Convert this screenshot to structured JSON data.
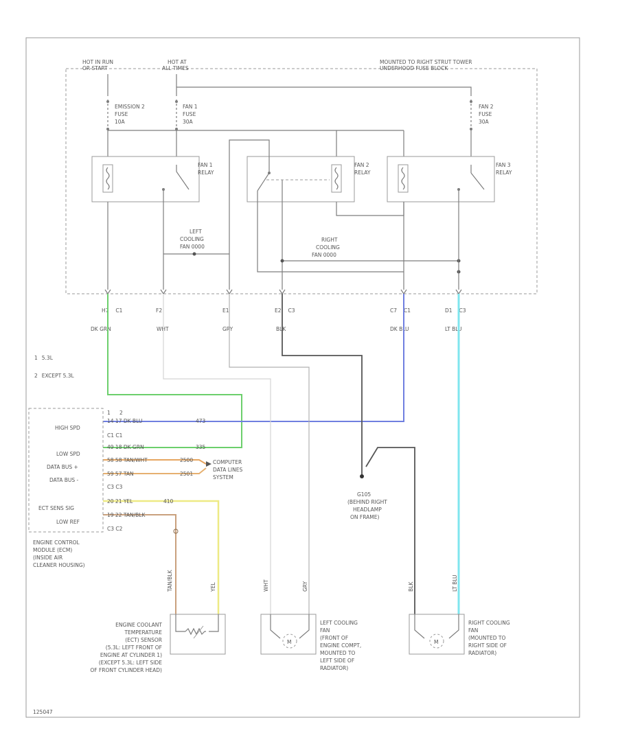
{
  "colors": {
    "dk_grn": "#6ccf6c",
    "dk_blu": "#6f7fe0",
    "lt_blu": "#7fe6ee",
    "wht": "#d4d4d4",
    "gry": "#9a9a9a",
    "blk": "#555555",
    "yel": "#eeea84",
    "tan": "#d2a66a",
    "orange": "#e6a560",
    "pnk": "#c9a07d",
    "line": "#7d7d7d"
  },
  "power": {
    "hot_run": [
      "HOT IN RUN",
      "OR START"
    ],
    "hot_all": [
      "HOT AT",
      "ALL TIMES"
    ],
    "block_label": [
      "MOUNTED TO RIGHT STRUT TOWER",
      "UNDERHOOD FUSE BLOCK"
    ]
  },
  "fuses": {
    "emission": [
      "EMISSION 2",
      "FUSE",
      "10A"
    ],
    "fan1": [
      "FAN 1",
      "FUSE",
      "30A"
    ],
    "fan2": [
      "FAN 2",
      "FUSE",
      "30A"
    ]
  },
  "relays": {
    "fan1": [
      "FAN 1",
      "RELAY"
    ],
    "fan2": [
      "FAN 2",
      "RELAY"
    ],
    "fan3": [
      "FAN 3",
      "RELAY"
    ]
  },
  "splices": {
    "left": [
      "LEFT",
      "COOLING",
      "FAN 0000"
    ],
    "right": [
      "RIGHT",
      "COOLING",
      "FAN 0000"
    ]
  },
  "connectors": {
    "c1": [
      "H7",
      "C1"
    ],
    "c2": [
      "F2"
    ],
    "c3": [
      "E1"
    ],
    "c4": [
      "E2",
      "C3"
    ],
    "c5": [
      "C7",
      "C1"
    ],
    "c6": [
      "D1",
      "C3"
    ]
  },
  "wire_colors": {
    "w1": "DK GRN",
    "w2": "WHT",
    "w3": "GRY",
    "w4": "BLK",
    "w5": "DK BLU",
    "w6": "LT BLU"
  },
  "legend": {
    "l1": [
      "1",
      "5.3L"
    ],
    "l2": [
      "2",
      "EXCEPT 5.3L"
    ]
  },
  "ecm": {
    "cols": [
      "1",
      "2"
    ],
    "pins": [
      {
        "name": "HIGH SPD",
        "pin": "14  17  DK BLU",
        "code": "473"
      },
      {
        "name": "",
        "pin": "C1  C1",
        "code": ""
      },
      {
        "name": "LOW SPD",
        "pin": "49  18  DK GRN",
        "code": "335"
      },
      {
        "name": "DATA BUS +",
        "pin": "58  58  TAN/WHT",
        "code": "2500"
      },
      {
        "name": "DATA BUS -",
        "pin": "59  57  TAN",
        "code": "2501"
      },
      {
        "name": "",
        "pin": "C3  C3",
        "code": ""
      },
      {
        "name": "ECT SENS SIG",
        "pin": "20  21  YEL",
        "code": "410"
      },
      {
        "name": "LOW REF",
        "pin": "19  22  TAN/BLK",
        "code": ""
      },
      {
        "name": "",
        "pin": "C3  C2",
        "code": ""
      }
    ],
    "label": [
      "ENGINE CONTROL",
      "MODULE (ECM)",
      "(INSIDE AIR",
      "CLEANER HOUSING)"
    ]
  },
  "computer": [
    "COMPUTER",
    "DATA LINES",
    "SYSTEM"
  ],
  "ground": [
    "G105",
    "(BEHIND RIGHT",
    "HEADLAMP",
    "ON FRAME)"
  ],
  "components": {
    "ect": {
      "label": [
        "ENGINE COOLANT",
        "TEMPERATURE",
        "(ECT) SENSOR",
        "(5.3L: LEFT FRONT OF",
        "ENGINE AT CYLINDER 1)",
        "(EXCEPT 5.3L: LEFT SIDE",
        "OF FRONT CYLINDER HEAD)"
      ],
      "wires": [
        "TAN/BLK",
        "YEL"
      ]
    },
    "left_fan": {
      "label": [
        "LEFT COOLING",
        "FAN",
        "(FRONT OF",
        "ENGINE COMPT,",
        "MOUNTED TO",
        "LEFT SIDE OF",
        "RADIATOR)"
      ],
      "wires": [
        "WHT",
        "GRY"
      ]
    },
    "right_fan": {
      "label": [
        "RIGHT COOLING",
        "FAN",
        "(MOUNTED TO",
        "RIGHT SIDE OF",
        "RADIATOR)"
      ],
      "wires": [
        "BLK",
        "LT BLU"
      ]
    }
  },
  "motor_symbol": "M",
  "footer": "125047"
}
